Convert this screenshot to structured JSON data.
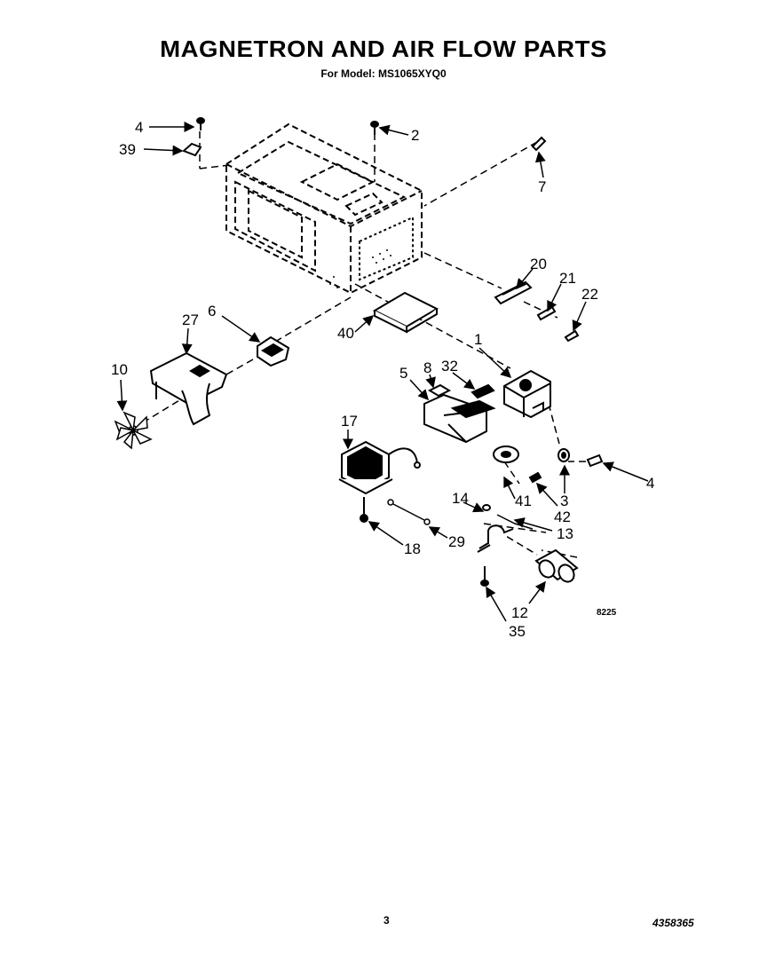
{
  "header": {
    "title": "MAGNETRON AND AIR FLOW PARTS",
    "subtitle": "For Model: MS1065XYQ0"
  },
  "callouts": {
    "c4a": "4",
    "c39": "39",
    "c2": "2",
    "c7": "7",
    "c20": "20",
    "c21": "21",
    "c22": "22",
    "c6": "6",
    "c27": "27",
    "c40": "40",
    "c10": "10",
    "c1": "1",
    "c8": "8",
    "c32": "32",
    "c5": "5",
    "c17": "17",
    "c4b": "4",
    "c41": "41",
    "c3": "3",
    "c42": "42",
    "c14": "14",
    "c13": "13",
    "c29": "29",
    "c18": "18",
    "c12": "12",
    "c35": "35"
  },
  "figure_code": "8225",
  "footer": {
    "page_number": "3",
    "document_number": "4358365"
  }
}
